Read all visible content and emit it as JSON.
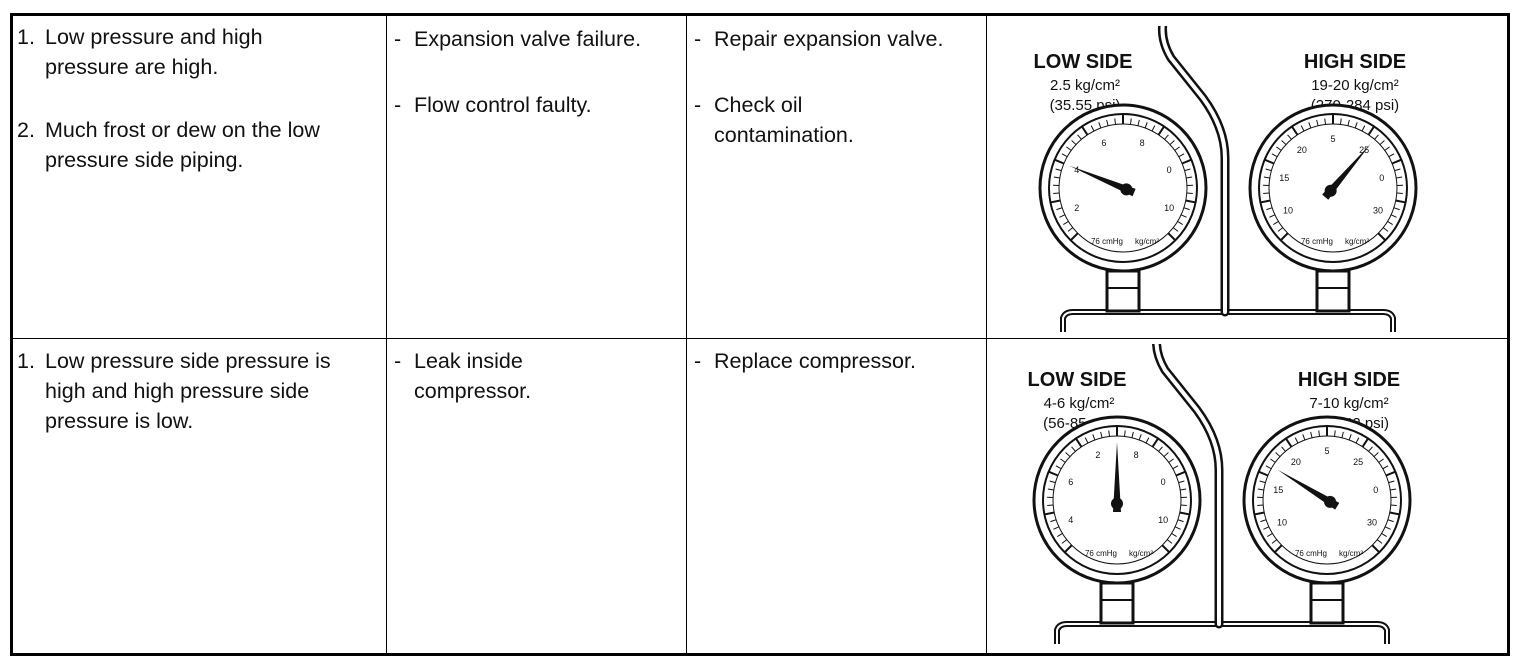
{
  "rows": [
    {
      "conditions": [
        {
          "num": "1.",
          "text_lines": [
            "Low pressure and high",
            "pressure are high."
          ]
        },
        {
          "num": "2.",
          "text_lines": [
            "Much frost or dew on the low",
            "pressure side piping."
          ]
        }
      ],
      "causes": [
        {
          "lines": [
            "Expansion valve failure."
          ]
        },
        {
          "lines": [
            "Flow control faulty."
          ]
        }
      ],
      "remedies": [
        {
          "lines": [
            "Repair expansion valve."
          ]
        },
        {
          "lines": [
            "Check oil",
            "contamination."
          ]
        }
      ],
      "gauge": {
        "low_label": "LOW SIDE",
        "low_kg": "2.5 kg/cm²",
        "low_psi": "(35.55 psi)",
        "high_label": "HIGH SIDE",
        "high_kg": "19-20 kg/cm²",
        "high_psi": "(270-284 psi)",
        "low_ticks": [
          "2",
          "4",
          "6",
          "8",
          "0",
          "10"
        ],
        "high_ticks": [
          "10",
          "15",
          "20",
          "5",
          "25",
          "0",
          "30"
        ],
        "low_needle_value": 2.5,
        "high_needle_value": 19.5,
        "unit_left": "76 cmHg",
        "unit_right": "kg/cm²"
      }
    },
    {
      "conditions": [
        {
          "num": "1.",
          "text_lines": [
            "Low pressure side pressure is",
            "high and high pressure side",
            "pressure is low."
          ]
        }
      ],
      "causes": [
        {
          "lines": [
            "Leak inside",
            "compressor."
          ]
        }
      ],
      "remedies": [
        {
          "lines": [
            "Replace compressor."
          ]
        }
      ],
      "gauge": {
        "low_label": "LOW SIDE",
        "low_kg": "4-6 kg/cm²",
        "low_psi": "(56-85 psi)",
        "high_label": "HIGH SIDE",
        "high_kg": "7-10 kg/cm²",
        "high_psi": "(99-142 psi)",
        "low_ticks": [
          "4",
          "6",
          "2",
          "8",
          "0",
          "10"
        ],
        "high_ticks": [
          "10",
          "15",
          "20",
          "5",
          "25",
          "0",
          "30"
        ],
        "low_needle_value": 5,
        "high_needle_value": 8.5,
        "unit_left": "76 cmHg",
        "unit_right": "kg/cm²"
      }
    }
  ]
}
